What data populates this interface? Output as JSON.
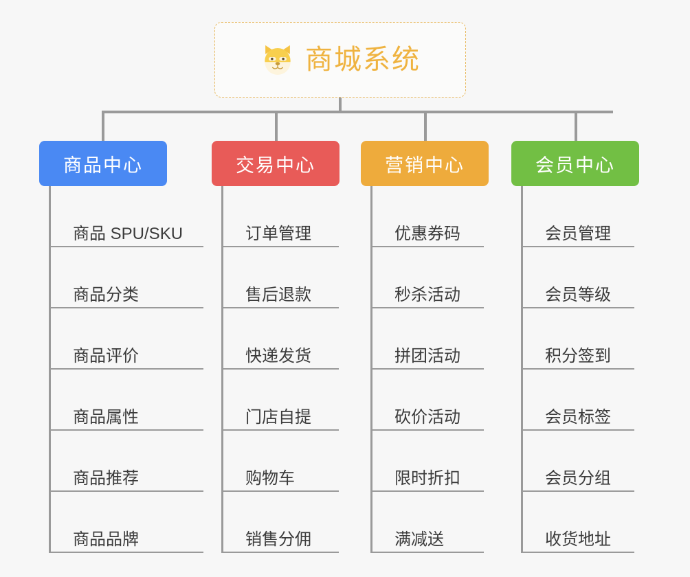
{
  "root": {
    "icon": "shiba-dog-face-icon",
    "title": "商城系统",
    "border_color": "#e8b95f",
    "text_color": "#efb340"
  },
  "branches": [
    {
      "id": "product-center",
      "label": "商品中心",
      "color": "#4a89f3",
      "items": [
        "商品 SPU/SKU",
        "商品分类",
        "商品评价",
        "商品属性",
        "商品推荐",
        "商品品牌"
      ]
    },
    {
      "id": "trade-center",
      "label": "交易中心",
      "color": "#e85b58",
      "items": [
        "订单管理",
        "售后退款",
        "快递发货",
        "门店自提",
        "购物车",
        "销售分佣"
      ]
    },
    {
      "id": "marketing-center",
      "label": "营销中心",
      "color": "#eeab3c",
      "items": [
        "优惠券码",
        "秒杀活动",
        "拼团活动",
        "砍价活动",
        "限时折扣",
        "满减送"
      ]
    },
    {
      "id": "member-center",
      "label": "会员中心",
      "color": "#72bf44",
      "items": [
        "会员管理",
        "会员等级",
        "积分签到",
        "会员标签",
        "会员分组",
        "收货地址"
      ]
    }
  ],
  "connector_color": "#9a9a9a",
  "background_color": "#f7f7f7"
}
